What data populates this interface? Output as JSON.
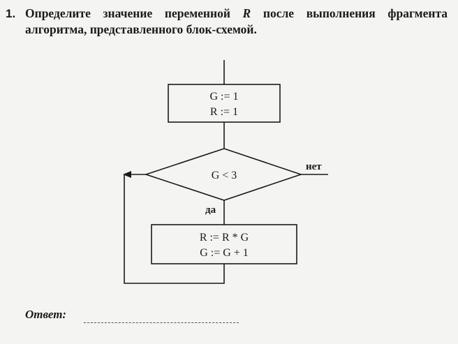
{
  "task": {
    "number": "1.",
    "text_part1": "Определите значение переменной ",
    "variable": "R",
    "text_part2": " после выполнения фрагмента алгоритма, представленного блок-схемой."
  },
  "flowchart": {
    "init_line1": "G := 1",
    "init_line2": "R := 1",
    "condition": "G < 3",
    "no_label": "нет",
    "yes_label": "да",
    "body_line1": "R := R * G",
    "body_line2": "G := G + 1"
  },
  "answer": {
    "label": "Ответ:"
  }
}
